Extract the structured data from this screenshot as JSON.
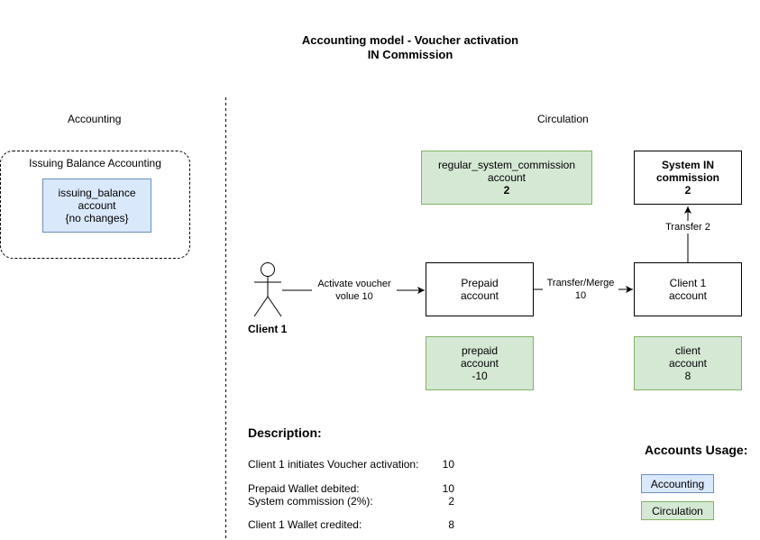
{
  "title": {
    "line1": "Accounting model - Voucher activation",
    "line2": "IN Commission"
  },
  "sections": {
    "accounting": "Accounting",
    "circulation": "Circulation"
  },
  "issuing_group": {
    "label": "Issuing Balance Accounting",
    "box": {
      "line1": "issuing_balance",
      "line2": "account",
      "line3": "{no changes}"
    }
  },
  "actor": {
    "label": "Client 1"
  },
  "nodes": {
    "regular_commission": {
      "line1": "regular_system_commission",
      "line2": "account",
      "line3": "2"
    },
    "system_in_commission": {
      "line1": "System IN",
      "line2": "commission",
      "line3": "2"
    },
    "prepaid_account": {
      "line1": "Prepaid",
      "line2": "account"
    },
    "client1_account": {
      "line1": "Client 1",
      "line2": "account"
    },
    "prepaid_balance": {
      "line1": "prepaid",
      "line2": "account",
      "line3": "-10"
    },
    "client_balance": {
      "line1": "client",
      "line2": "account",
      "line3": "8"
    }
  },
  "edges": {
    "activate": {
      "line1": "Activate voucher",
      "line2": "volue 10"
    },
    "transfer_merge": {
      "line1": "Transfer/Merge",
      "line2": "10"
    },
    "transfer2": {
      "line1": "Transfer 2"
    }
  },
  "description": {
    "heading": "Description:",
    "rows": [
      {
        "label": "Client 1 initiates Voucher activation:",
        "value": "10"
      },
      {
        "label": "Prepaid Wallet debited:",
        "value": "10"
      },
      {
        "label": "System commission (2%):",
        "value": "2"
      },
      {
        "label": "Client 1 Wallet credited:",
        "value": "8"
      }
    ]
  },
  "legend": {
    "heading": "Accounts Usage:",
    "accounting": "Accounting",
    "circulation": "Circulation"
  },
  "colors": {
    "green_fill": "#d5e8d4",
    "green_stroke": "#82b366",
    "blue_fill": "#dae8fc",
    "blue_stroke": "#6c8ebf"
  }
}
